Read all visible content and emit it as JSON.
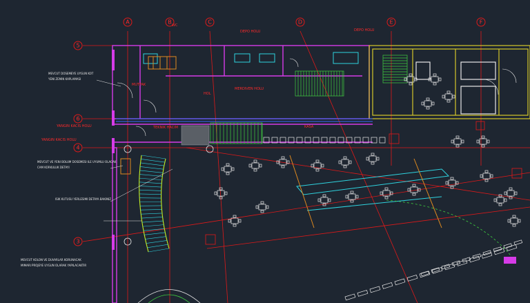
{
  "colors": {
    "background": "#1e2631",
    "grid": "#e01919",
    "wall": "#d63be8",
    "green": "#3fd13f",
    "cyan": "#2fd4e0",
    "yellow": "#d6c82a",
    "orange": "#e08a1f",
    "white": "#e8e8e8",
    "lime": "#c8f01e",
    "blue": "#3a6bff"
  },
  "grid_bubbles": {
    "top": [
      "A",
      "B",
      "C",
      "D",
      "E",
      "F"
    ],
    "left": [
      "5",
      "6",
      "4",
      "3"
    ]
  },
  "room_labels": [
    {
      "id": "wc",
      "text": "WC",
      "color": "red"
    },
    {
      "id": "depo1",
      "text": "DEPO HOLU",
      "color": "red"
    },
    {
      "id": "depo2",
      "text": "DEPO HOLU",
      "color": "red"
    },
    {
      "id": "mutfak",
      "text": "MUTFAK",
      "color": "red"
    },
    {
      "id": "hol",
      "text": "HOL",
      "color": "red"
    },
    {
      "id": "yangin1",
      "text": "YANGIN KACIS HOLU",
      "color": "red"
    },
    {
      "id": "yangin2",
      "text": "YANGIN KACIS HOLU",
      "color": "red"
    },
    {
      "id": "merdiven",
      "text": "MERDIVEN HOLU",
      "color": "red"
    },
    {
      "id": "kasa",
      "text": "KASA",
      "color": "red"
    },
    {
      "id": "teknik",
      "text": "TEKNIK HACIM",
      "color": "red"
    }
  ],
  "annotations": [
    {
      "id": "note1",
      "text": "MEVCUT DOSEMEYE UYGUN KOT"
    },
    {
      "id": "note2",
      "text": "YENI ZEMIN KAPLAMASI"
    },
    {
      "id": "note3",
      "text": "MEVCUT VE YENI BOLUM DOSEMESI ILE UYUMLU OLACAK"
    },
    {
      "id": "note4",
      "text": "CAM KORKULUK DETAYI"
    },
    {
      "id": "note5",
      "text": "ISIK KUTUSU YERLESIMI DETAYA BAKINIZ"
    },
    {
      "id": "note6",
      "text": "MEVCUT KOLON VE DUVARLAR KORUNACAK"
    },
    {
      "id": "note7",
      "text": "MIMARI PROJEYE UYGUN OLARAK YAPILACAKTIR"
    }
  ]
}
